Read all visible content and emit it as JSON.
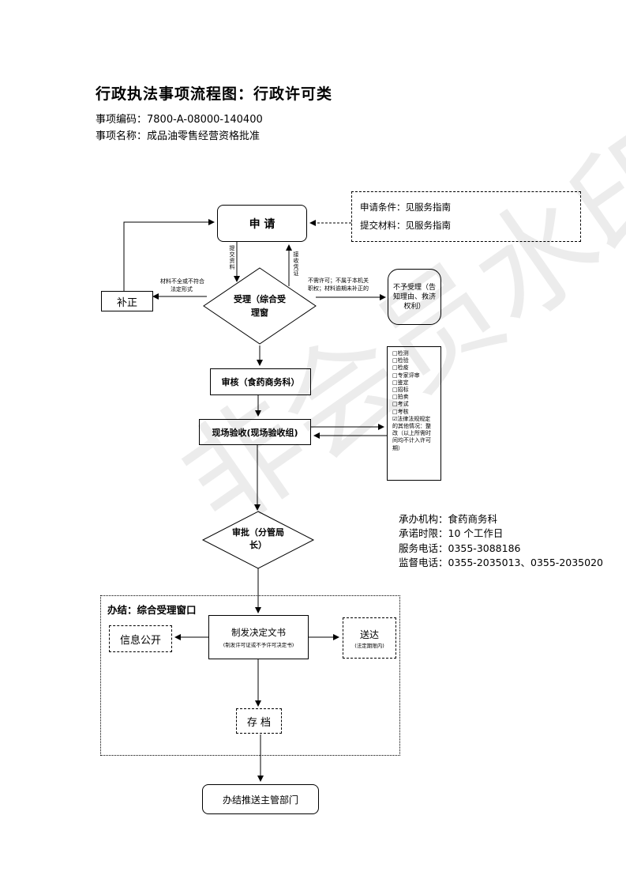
{
  "header": {
    "title": "行政执法事项流程图：行政许可类",
    "code": "事项编码：7800-A-08000-140400",
    "name": "事项名称：成品油零售经营资格批准"
  },
  "flow": {
    "apply": "申 请",
    "conditions": "申请条件：见服务指南",
    "materials": "提交材料：见服务指南",
    "submit_label": "提交资料",
    "receipt_label": "接收凭证",
    "supplement": "补正",
    "supplement_label_1": "材料不全或不符合",
    "supplement_label_2": "法定形式",
    "accept": "受理（综合受理窗",
    "reject_label_1": "不需许可；不属于本机关",
    "reject_label_2": "职权；材料逾期未补正的",
    "reject": "不予受理（告知理由、救济权利）",
    "review": "审核（食药商务科）",
    "inspect": "现场验收(现场验收组)",
    "checklist": [
      "□检测",
      "□检验",
      "□检疫",
      "□专家评审",
      "□鉴定",
      "□招标",
      "□拍卖",
      "□考试",
      "□考核",
      "☑法律法规规定的其他情况：整改（以上所需时间均不计入许可期）"
    ],
    "approve": "审批（分管局长）",
    "final_title": "办结：综合受理窗口",
    "decision": "制发决定文书",
    "decision_note": "(制发许可证或不予许可决定书)",
    "disclose": "信息公开",
    "deliver": "送达",
    "deliver_note": "(法定期限内)",
    "archive": "存 档",
    "push": "办结推送主管部门"
  },
  "info": {
    "org": "承办机构：食药商务科",
    "time": "承诺时限：10 个工作日",
    "service_tel": "服务电话：0355-3088186",
    "supervise_tel": "监督电话：0355-2035013、0355-2035020"
  },
  "watermark": "非会员水印"
}
